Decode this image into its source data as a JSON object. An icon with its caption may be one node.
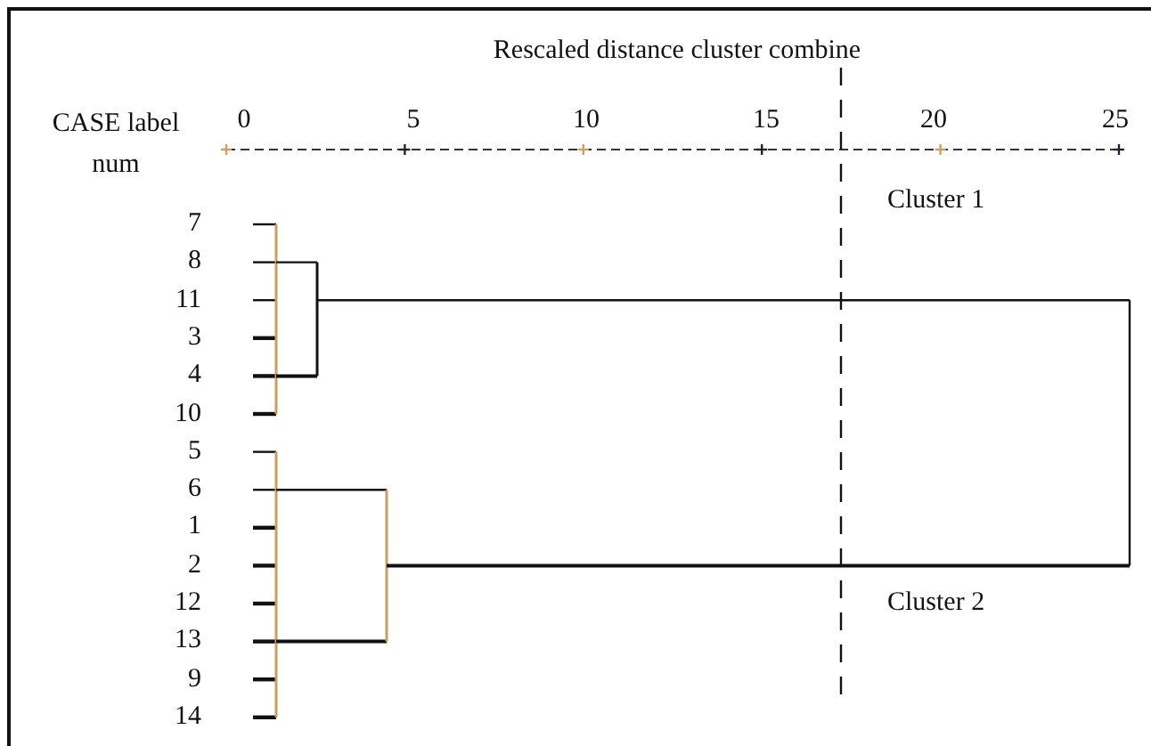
{
  "diagram": {
    "labels": [
      "Rescaled distance cluster combine",
      "CASE label",
      "0",
      "5",
      "10",
      "15",
      "20",
      "25",
      "num",
      "Cluster 1",
      "7",
      "8",
      "11",
      "3",
      "4",
      "10",
      "5",
      "6",
      "1",
      "2",
      "12",
      "Cluster 2",
      "13",
      "9",
      "14"
    ]
  }
}
